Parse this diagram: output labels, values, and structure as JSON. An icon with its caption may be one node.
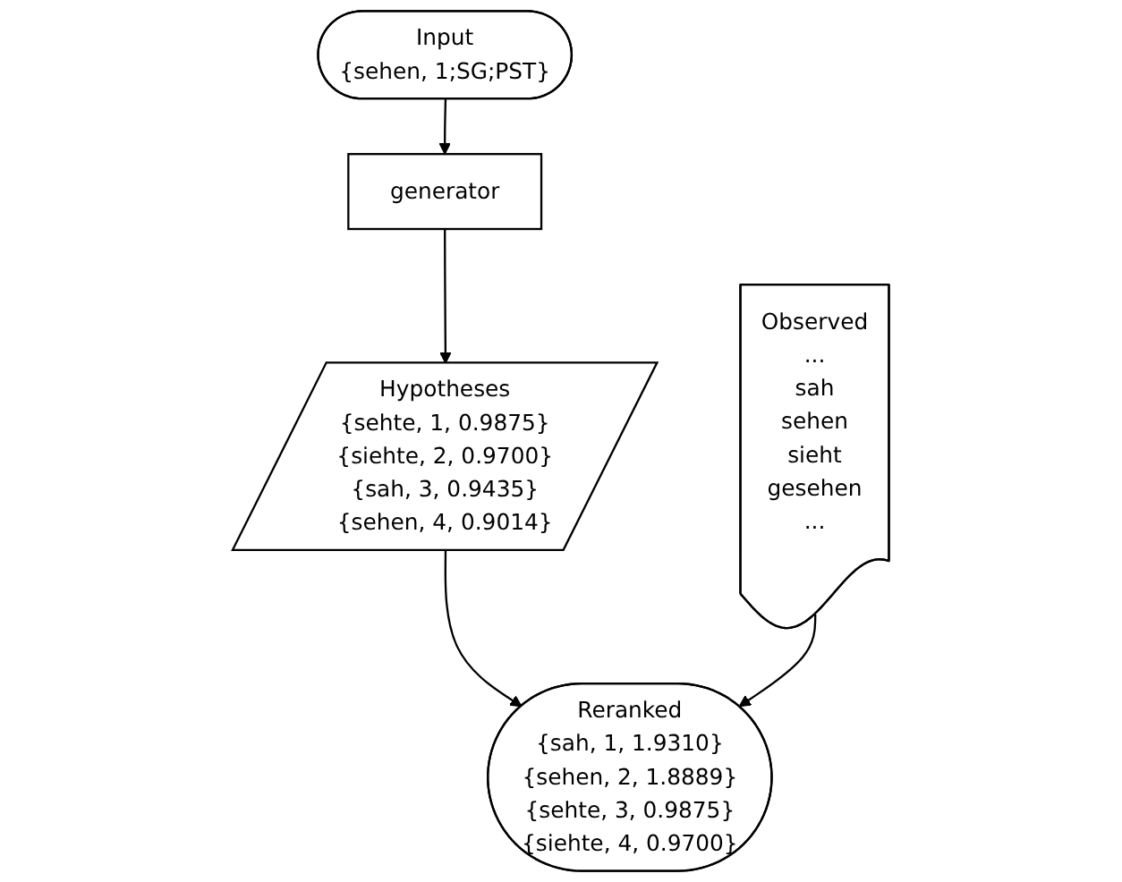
{
  "diagram": {
    "nodes": [
      {
        "text": [
          "Input",
          "{sehen, 1;SG;PST}"
        ]
      },
      {
        "text": [
          "generator"
        ]
      },
      {
        "text": [
          "Hypotheses",
          "{sehte, 1, 0.9875}",
          "{siehte, 2, 0.9700}",
          "{sah, 3, 0.9435}",
          "{sehen, 4, 0.9014}"
        ]
      },
      {
        "text": [
          "Observed",
          "...",
          "sah",
          "sehen",
          "sieht",
          "gesehen",
          "..."
        ]
      },
      {
        "text": [
          "Reranked",
          "{sah, 1, 1.9310}",
          "{sehen, 2, 1.8889}",
          "{sehte, 3, 0.9875}",
          "{siehte, 4, 0.9700}"
        ]
      }
    ],
    "edges": [
      {
        "from": 0,
        "to": 1,
        "arrow": "to"
      },
      {
        "from": 1,
        "to": 2,
        "arrow": "to"
      },
      {
        "from": 2,
        "to": 4,
        "arrow": "to"
      },
      {
        "from": 3,
        "to": 4,
        "arrow": "to"
      }
    ]
  }
}
